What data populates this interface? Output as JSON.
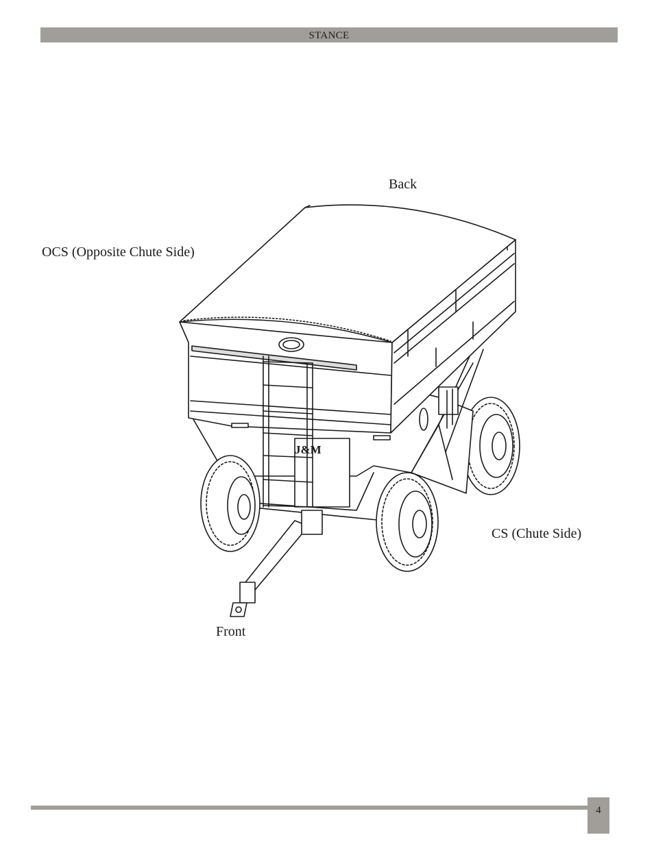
{
  "header": {
    "title": "STANCE"
  },
  "labels": {
    "back": "Back",
    "ocs": "OCS (Opposite Chute Side)",
    "cs": "CS (Chute Side)",
    "front": "Front"
  },
  "footer": {
    "page_number": "4"
  },
  "colors": {
    "bar": "#a19e99",
    "line_art": "#1a1a1a"
  },
  "illustration": {
    "name": "grain-cart-line-drawing"
  }
}
